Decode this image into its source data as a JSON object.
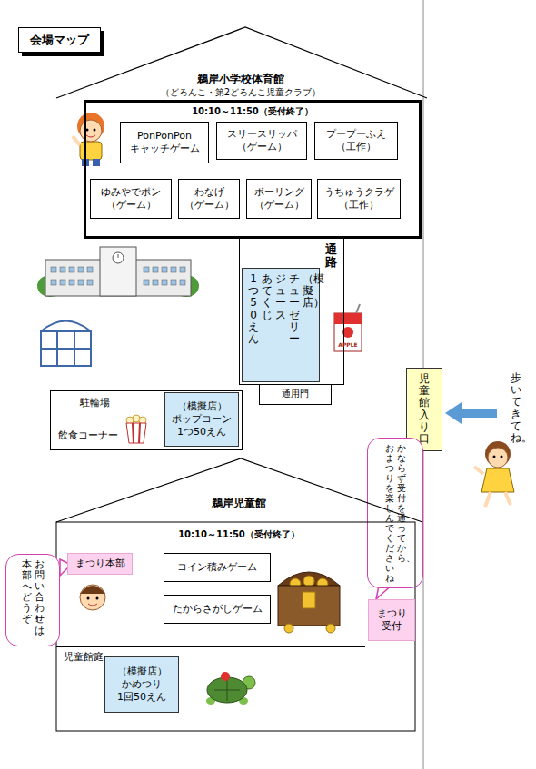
{
  "diagram": {
    "title": "会場マップ",
    "nodes": [
      {
        "text": [
          "鵜岸小学校体育館",
          "（どろんこ・第2どろんこ児童クラブ）"
        ]
      },
      {
        "text": [
          "10:10～11:50（受付終了）"
        ],
        "in": 0
      },
      {
        "text": [
          "PonPonPon キャッチゲーム"
        ],
        "in": 1
      },
      {
        "text": [
          "スリースリッパ （ゲーム）"
        ],
        "in": 1
      },
      {
        "text": [
          "プープーふえ （工作）"
        ],
        "in": 1
      },
      {
        "text": [
          "ゆみやでポン （ゲーム）"
        ],
        "in": 1
      },
      {
        "text": [
          "わなげ （ゲーム）"
        ],
        "in": 1
      },
      {
        "text": [
          "ボーリング （ゲーム）"
        ],
        "in": 1
      },
      {
        "text": [
          "うちゅうクラゲ （工作）"
        ],
        "in": 1
      },
      {
        "text": [
          "通路"
        ]
      },
      {
        "text": [
          "（模擬店）",
          "チューゼリー",
          "ジュース",
          "あてくじ",
          "1つ 50えん"
        ],
        "in": 9
      },
      {
        "text": [
          "通用門"
        ]
      },
      {
        "text": [
          "駐輪場",
          "飲食コーナー"
        ]
      },
      {
        "text": [
          "（模擬店） ポップコーン 1つ50えん"
        ],
        "in": 12
      },
      {
        "text": [
          "児童館入り口"
        ]
      },
      {
        "text": [
          "かならず受付を通ってから、",
          "おまつりを楽しんでくださいね"
        ]
      },
      {
        "text": [
          "鵜岸児童館",
          "10:10～11:50（受付終了）"
        ]
      },
      {
        "text": [
          "まつり本部"
        ],
        "in": 16
      },
      {
        "text": [
          "お問い合わせは",
          "本部へどうぞ！"
        ]
      },
      {
        "text": [
          "コイン積みゲーム"
        ],
        "in": 16
      },
      {
        "text": [
          "たからさがしゲーム"
        ],
        "in": 16
      },
      {
        "text": [
          "まつり 受付"
        ],
        "in": 16
      },
      {
        "text": [
          "児童館庭"
        ],
        "in": 16
      },
      {
        "text": [
          "（模擬店） かめつり 1回50えん"
        ],
        "in": 22
      }
    ],
    "labels": [
      "歩いてきてね。",
      "APPLE"
    ]
  }
}
